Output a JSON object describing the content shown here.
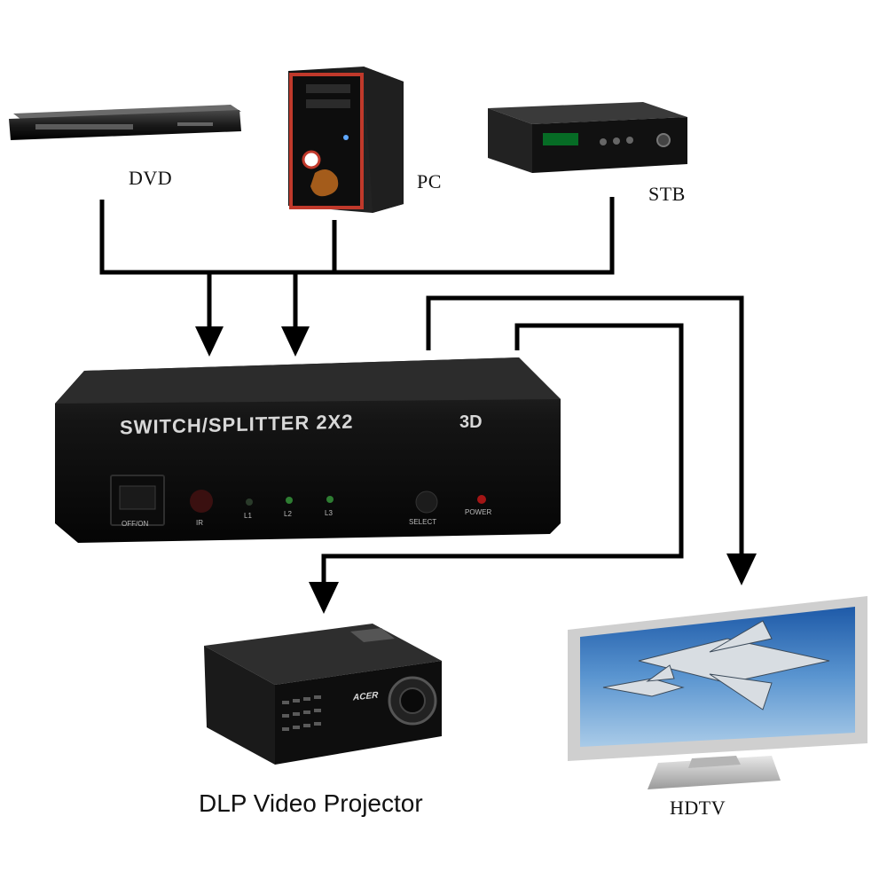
{
  "sources": [
    {
      "id": "dvd",
      "label": "DVD"
    },
    {
      "id": "pc",
      "label": "PC"
    },
    {
      "id": "stb",
      "label": "STB"
    }
  ],
  "device": {
    "title": "SWITCH/SPLITTER 2X2",
    "badge": "3D",
    "controls": {
      "power_switch": "OFF/ON",
      "ir": "IR",
      "led1": "L1",
      "led2": "L2",
      "led3": "L3",
      "select": "SELECT",
      "power": "POWER"
    }
  },
  "outputs": [
    {
      "id": "projector",
      "label": "DLP Video Projector"
    },
    {
      "id": "hdtv",
      "label": "HDTV"
    }
  ],
  "projector_brand": "ACER",
  "colors": {
    "line": "#000000",
    "device_body": "#141414",
    "led_green": "#2e7d32",
    "led_red": "#a31515",
    "pc_accent": "#c0392b"
  }
}
